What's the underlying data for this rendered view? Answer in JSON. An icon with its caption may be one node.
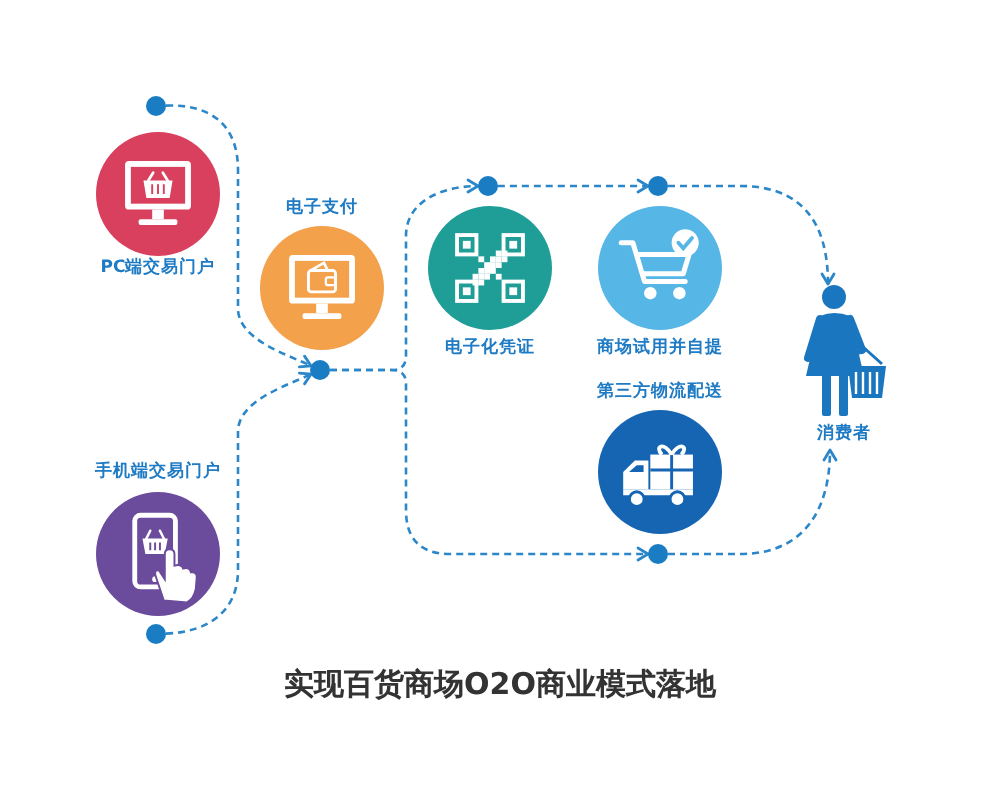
{
  "diagram": {
    "title": "实现百货商场O2O商业模式落地",
    "nodes": [
      {
        "text": [
          "PC端交易门户"
        ]
      },
      {
        "text": [
          "电子支付"
        ]
      },
      {
        "text": [
          "手机端交易门户"
        ]
      },
      {
        "text": [
          "电子化凭证"
        ]
      },
      {
        "text": [
          "商场试用并自提"
        ]
      },
      {
        "text": [
          "第三方物流配送"
        ]
      },
      {
        "text": [
          "消费者"
        ]
      }
    ],
    "edges": [
      {
        "from": 0,
        "to": 1,
        "arrow": "to",
        "style": "dashed"
      },
      {
        "from": 2,
        "to": 1,
        "arrow": "to",
        "style": "dashed"
      },
      {
        "from": 1,
        "to": 3,
        "arrow": "to",
        "style": "dashed"
      },
      {
        "from": 1,
        "to": 5,
        "arrow": "to",
        "style": "dashed"
      },
      {
        "from": 3,
        "to": 4,
        "arrow": "to",
        "style": "dashed"
      },
      {
        "from": 4,
        "to": 6,
        "arrow": "to",
        "style": "dashed"
      },
      {
        "from": 5,
        "to": 6,
        "arrow": "to",
        "style": "dashed"
      }
    ]
  }
}
